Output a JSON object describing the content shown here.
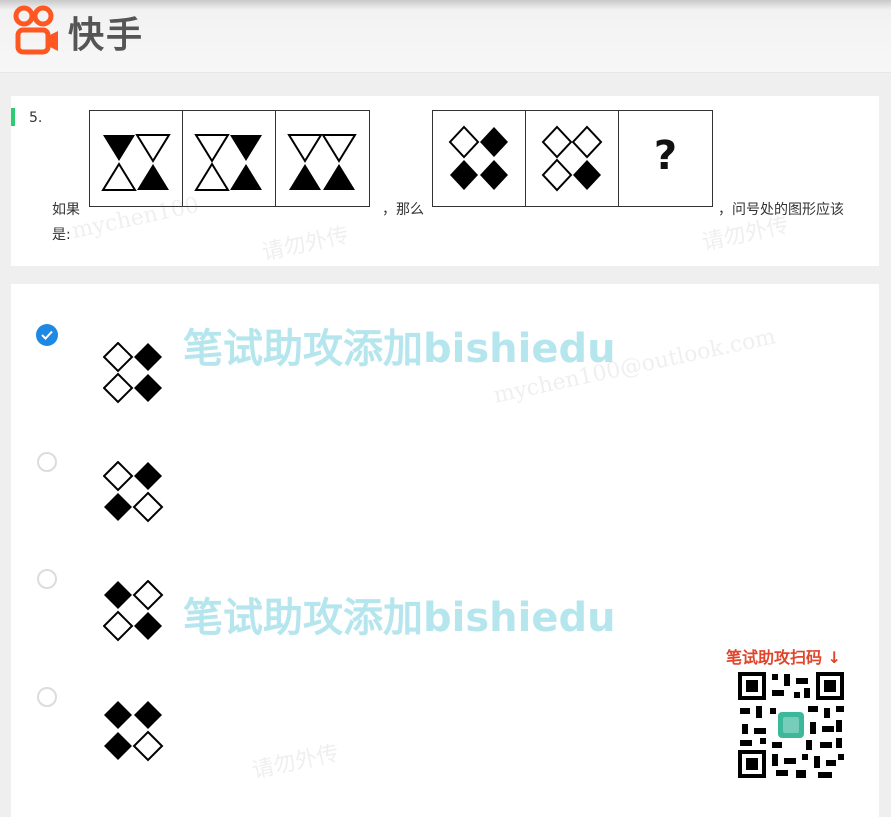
{
  "app": {
    "logo_text": "快手"
  },
  "question": {
    "number": "5.",
    "prefix": "如果",
    "middle": "，那么",
    "suffix": "，问号处的图形应该",
    "suffix_line2": "是:",
    "question_mark": "?"
  },
  "options": [
    {
      "selected": true
    },
    {
      "selected": false
    },
    {
      "selected": false
    },
    {
      "selected": false
    }
  ],
  "watermarks": [
    "笔试助攻添加bishiedu",
    "笔试助攻添加bishiedu"
  ],
  "faint_watermarks": [
    "请勿外传",
    "mychen100",
    "请勿外传",
    "mychen100@outlook.com",
    "请勿外传"
  ],
  "promo": {
    "label": "笔试助攻扫码 ↓"
  },
  "colors": {
    "accent": "#1e88e5",
    "bar": "#2ecc71",
    "promo": "#e0452b",
    "watermark": "#5ac8d7"
  }
}
